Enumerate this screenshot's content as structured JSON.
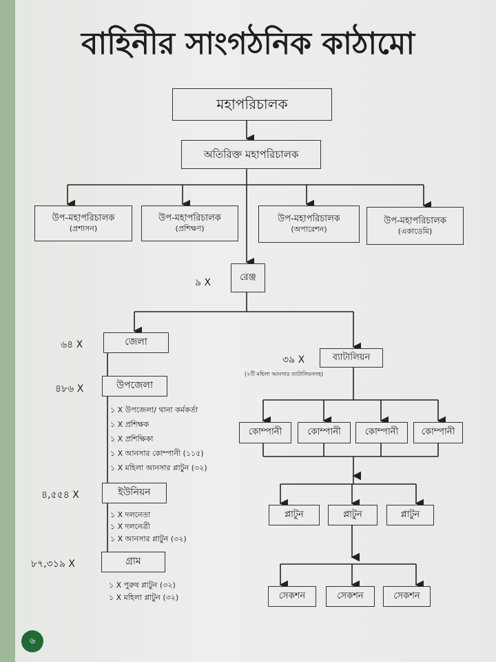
{
  "title": "বাহিনীর সাংগঠনিক কাঠামো",
  "director_general": "মহাপরিচালক",
  "additional_dg": "অতিরিক্ত মহাপরিচালক",
  "deputies": [
    {
      "title": "উপ-মহাপরিচালক",
      "dept": "(প্রশাসন)"
    },
    {
      "title": "উপ-মহাপরিচালক",
      "dept": "(প্রশিক্ষণ)"
    },
    {
      "title": "উপ-মহাপরিচালক",
      "dept": "(অপারেশন)"
    },
    {
      "title": "উপ-মহাপরিচালক",
      "dept": "(একাডেমি)"
    }
  ],
  "range": {
    "count": "৯ X",
    "label": "রেঞ্জ"
  },
  "district": {
    "count": "৬৪ X",
    "label": "জেলা"
  },
  "upazila": {
    "count": "৪৮৬ X",
    "label": "উপজেলা",
    "items": [
      "১ X উপজেলা/ থানা কর্মকর্তা",
      "১ X প্রশিক্ষক",
      "১ X প্রশিক্ষিকা",
      "১ X আনসার কোম্পানী (১১৫)",
      "১ X মহিলা আনসার প্লাটুন (৩২)"
    ]
  },
  "union": {
    "count": "৪,৫৫৪ X",
    "label": "ইউনিয়ন",
    "items": [
      "১ X দলনেতা",
      "১ X দলনেত্রী",
      "১ X আনসার প্লাটুন (৩২)"
    ]
  },
  "village": {
    "count": "৮৭,৩১৯ X",
    "label": "গ্রাম",
    "items": [
      "১ X পুরুষ প্লাটুন (৩২)",
      "১ X মহিলা প্লাটুন (৩২)"
    ]
  },
  "battalion": {
    "count": "৩৯ X",
    "label": "ব্যাটালিয়ন",
    "note": "(২টি মহিলা আনসার ব্যাটালিয়নসহ)"
  },
  "companies": [
    "কোম্পানী",
    "কোম্পানী",
    "কোম্পানী",
    "কোম্পানী"
  ],
  "platoons": [
    "প্লাটুন",
    "প্লাটুন",
    "প্লাটুন"
  ],
  "sections": [
    "সেকশন",
    "সেকশন",
    "সেকশন"
  ],
  "page_number": "৬"
}
